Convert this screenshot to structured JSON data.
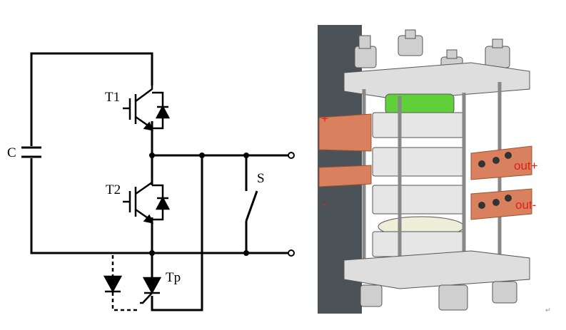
{
  "circuit": {
    "labels": {
      "t1": "T1",
      "t2": "T2",
      "c": "C",
      "s": "S",
      "tp": "Tp"
    }
  },
  "assembly": {
    "labels": {
      "plus": "+",
      "minus": "-",
      "out_plus": "out+",
      "out_minus": "out-"
    },
    "colors": {
      "busbar": "#d9805f",
      "green_disc": "#5fcf3a",
      "panel": "#4b5358",
      "frame": "#d8d8d8"
    }
  },
  "para_mark": "↵"
}
